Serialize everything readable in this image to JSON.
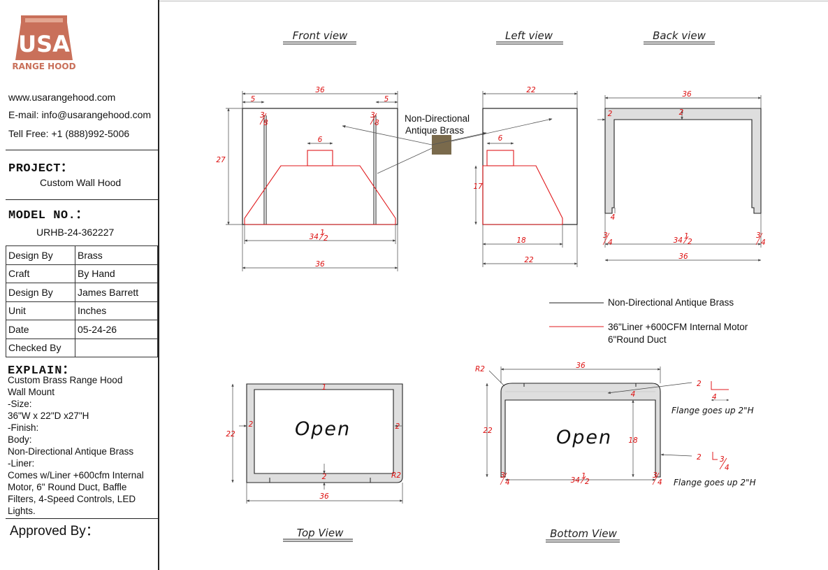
{
  "logo": {
    "letters": "USA",
    "subtitle": "RANGE HOOD",
    "color": "#c9705a"
  },
  "contact": {
    "website": "www.usarangehood.com",
    "email": "E-mail: info@usarangehood.com",
    "phone": "Tell Free: +1 (888)992-5006"
  },
  "project": {
    "label": "PROJECT：",
    "value": "Custom Wall Hood"
  },
  "model": {
    "label": "MODEL NO.：",
    "value": "URHB-24-362227"
  },
  "meta_rows": [
    {
      "key": "Design By",
      "value": "Brass"
    },
    {
      "key": "Craft",
      "value": "By Hand"
    },
    {
      "key": "Design By",
      "value": "James Barrett"
    },
    {
      "key": "Unit",
      "value": "Inches"
    },
    {
      "key": "Date",
      "value": "05-24-26"
    },
    {
      "key": "Checked By",
      "value": ""
    }
  ],
  "explain": {
    "label": "EXPLAIN：",
    "lines": [
      "Custom Brass Range Hood",
      "Wall Mount",
      "-Size:",
      "36\"W x 22\"D x27\"H",
      "-Finish:",
      "Body:",
      "Non-Directional Antique Brass",
      "-Liner:",
      "Comes w/Liner +600cfm Internal",
      "Motor, 6\" Round Duct, Baffle",
      "Filters, 4-Speed Controls, LED",
      "Lights."
    ]
  },
  "approved": "Approved By：",
  "views": {
    "front": "Front view",
    "left": "Left view",
    "back": "Back view",
    "top": "Top View",
    "bottom": "Bottom View"
  },
  "material_callout": {
    "line1": "Non-Directional",
    "line2": "Antique Brass",
    "swatch": "#7a6a4c"
  },
  "legend": {
    "black_label": "Non-Directional Antique Brass",
    "red_label_1": "36\"Liner +600CFM Internal Motor",
    "red_label_2": "6\"Round Duct"
  },
  "open_text": "Open",
  "flange_text": "Flange goes up 2\"H",
  "dims": {
    "w36": "36",
    "d22": "22",
    "h27": "27",
    "h17": "17",
    "h18": "18",
    "five": "5",
    "six": "6",
    "two": "2",
    "four": "4",
    "one": "1",
    "r2": "R2",
    "liner_w": "34",
    "liner_d": "18",
    "half_num": "1",
    "half_den": "2",
    "qtr_num": "3",
    "qtr_den": "4",
    "eighth_num": "3",
    "eighth_den": "8"
  },
  "colors": {
    "red": "#e0191c",
    "black": "#222222",
    "gray_fill": "#dedede",
    "dim_red": "#d11111"
  }
}
